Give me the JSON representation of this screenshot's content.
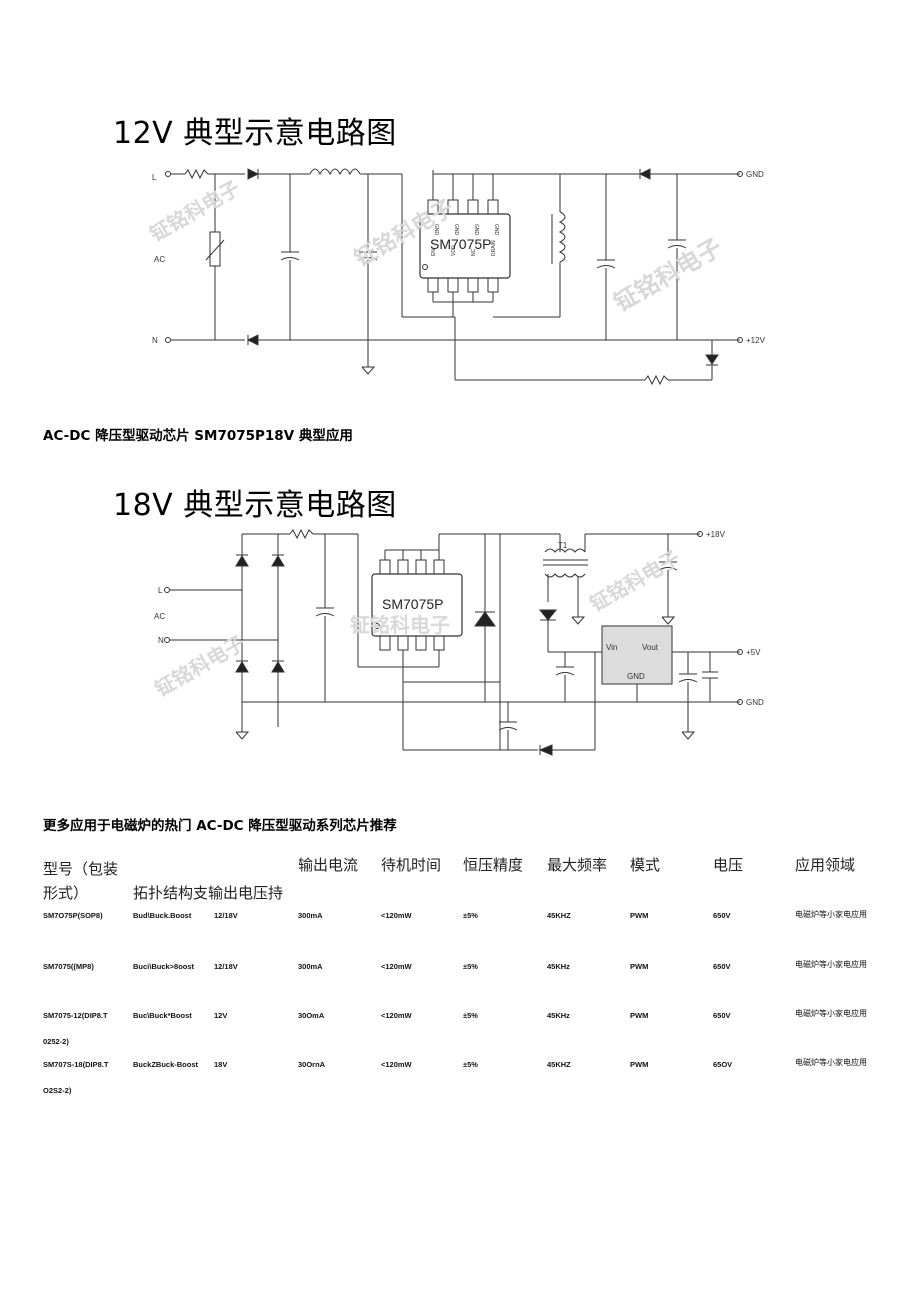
{
  "section1": {
    "title": "12V 典型示意电路图"
  },
  "circuit1": {
    "labels": {
      "L": "L",
      "AC": "AC",
      "N": "N",
      "GND": "GND",
      "out": "+12V"
    },
    "chip": "SM7075P",
    "pins_top": [
      "GND",
      "GND",
      "GND",
      "GND"
    ],
    "pins_bottom": [
      "EN",
      "VDD",
      "NC",
      "DRAIN"
    ],
    "watermark": "钲铭科电子"
  },
  "caption1": "AC-DC 降压型驱动芯片 SM7075P18V 典型应用",
  "section2": {
    "title": "18V 典型示意电路图"
  },
  "circuit2": {
    "labels": {
      "L": "L",
      "AC": "AC",
      "N": "N",
      "out18": "+18V",
      "out5": "+5V",
      "GND": "GND",
      "T1": "T1",
      "vin": "Vin",
      "vout": "Vout",
      "reg_gnd": "GND"
    },
    "chip": "SM7075P",
    "watermark": "钲铭科电子"
  },
  "caption2": "更多应用于电磁炉的热门 AC-DC 降压型驱动系列芯片推荐",
  "table": {
    "headers": {
      "model": "型号（包装",
      "model2": "形式）",
      "topology": "拓扑结构支输出电压持",
      "current": "输出电流",
      "standby": "待机时间",
      "accuracy": "恒压精度",
      "freq": "最大频率",
      "mode": "模式",
      "voltage": "电压",
      "app": "应用领域"
    },
    "rows": [
      {
        "model": "SM7O75P(SOP8)",
        "model2": "",
        "topology": "Bud\\Buck.Boost",
        "vout": "12/18V",
        "current": "300mA",
        "standby": "<120mW",
        "accuracy": "±5%",
        "freq": "45KHZ",
        "mode": "PWM",
        "voltage": "650V",
        "app": "电磁炉等小家电应用"
      },
      {
        "model": "SM7075((MP8)",
        "model2": "",
        "topology": "Buci\\Buck>8oost",
        "vout": "12/18V",
        "current": "300mA",
        "standby": "<120mW",
        "accuracy": "±5%",
        "freq": "45KHz",
        "mode": "PWM",
        "voltage": "650V",
        "app": "电磁炉等小家电应用"
      },
      {
        "model": "SM7075-12(DIP8.T",
        "model2": "0252-2)",
        "topology": "Buc\\Buck*Boost",
        "vout": "12V",
        "current": "30OmA",
        "standby": "<120mW",
        "accuracy": "±5%",
        "freq": "45KHz",
        "mode": "PWM",
        "voltage": "650V",
        "app": "电磁炉等小家电应用"
      },
      {
        "model": "SM707S-18(DIP8.T",
        "model2": "O2S2-2)",
        "topology": "BuckZBuck-Boost",
        "vout": "18V",
        "current": "30OrnA",
        "standby": "<120mW",
        "accuracy": "±5%",
        "freq": "45KHZ",
        "mode": "PWM",
        "voltage": "65OV",
        "app": "电磁炉等小家电应用"
      }
    ]
  }
}
